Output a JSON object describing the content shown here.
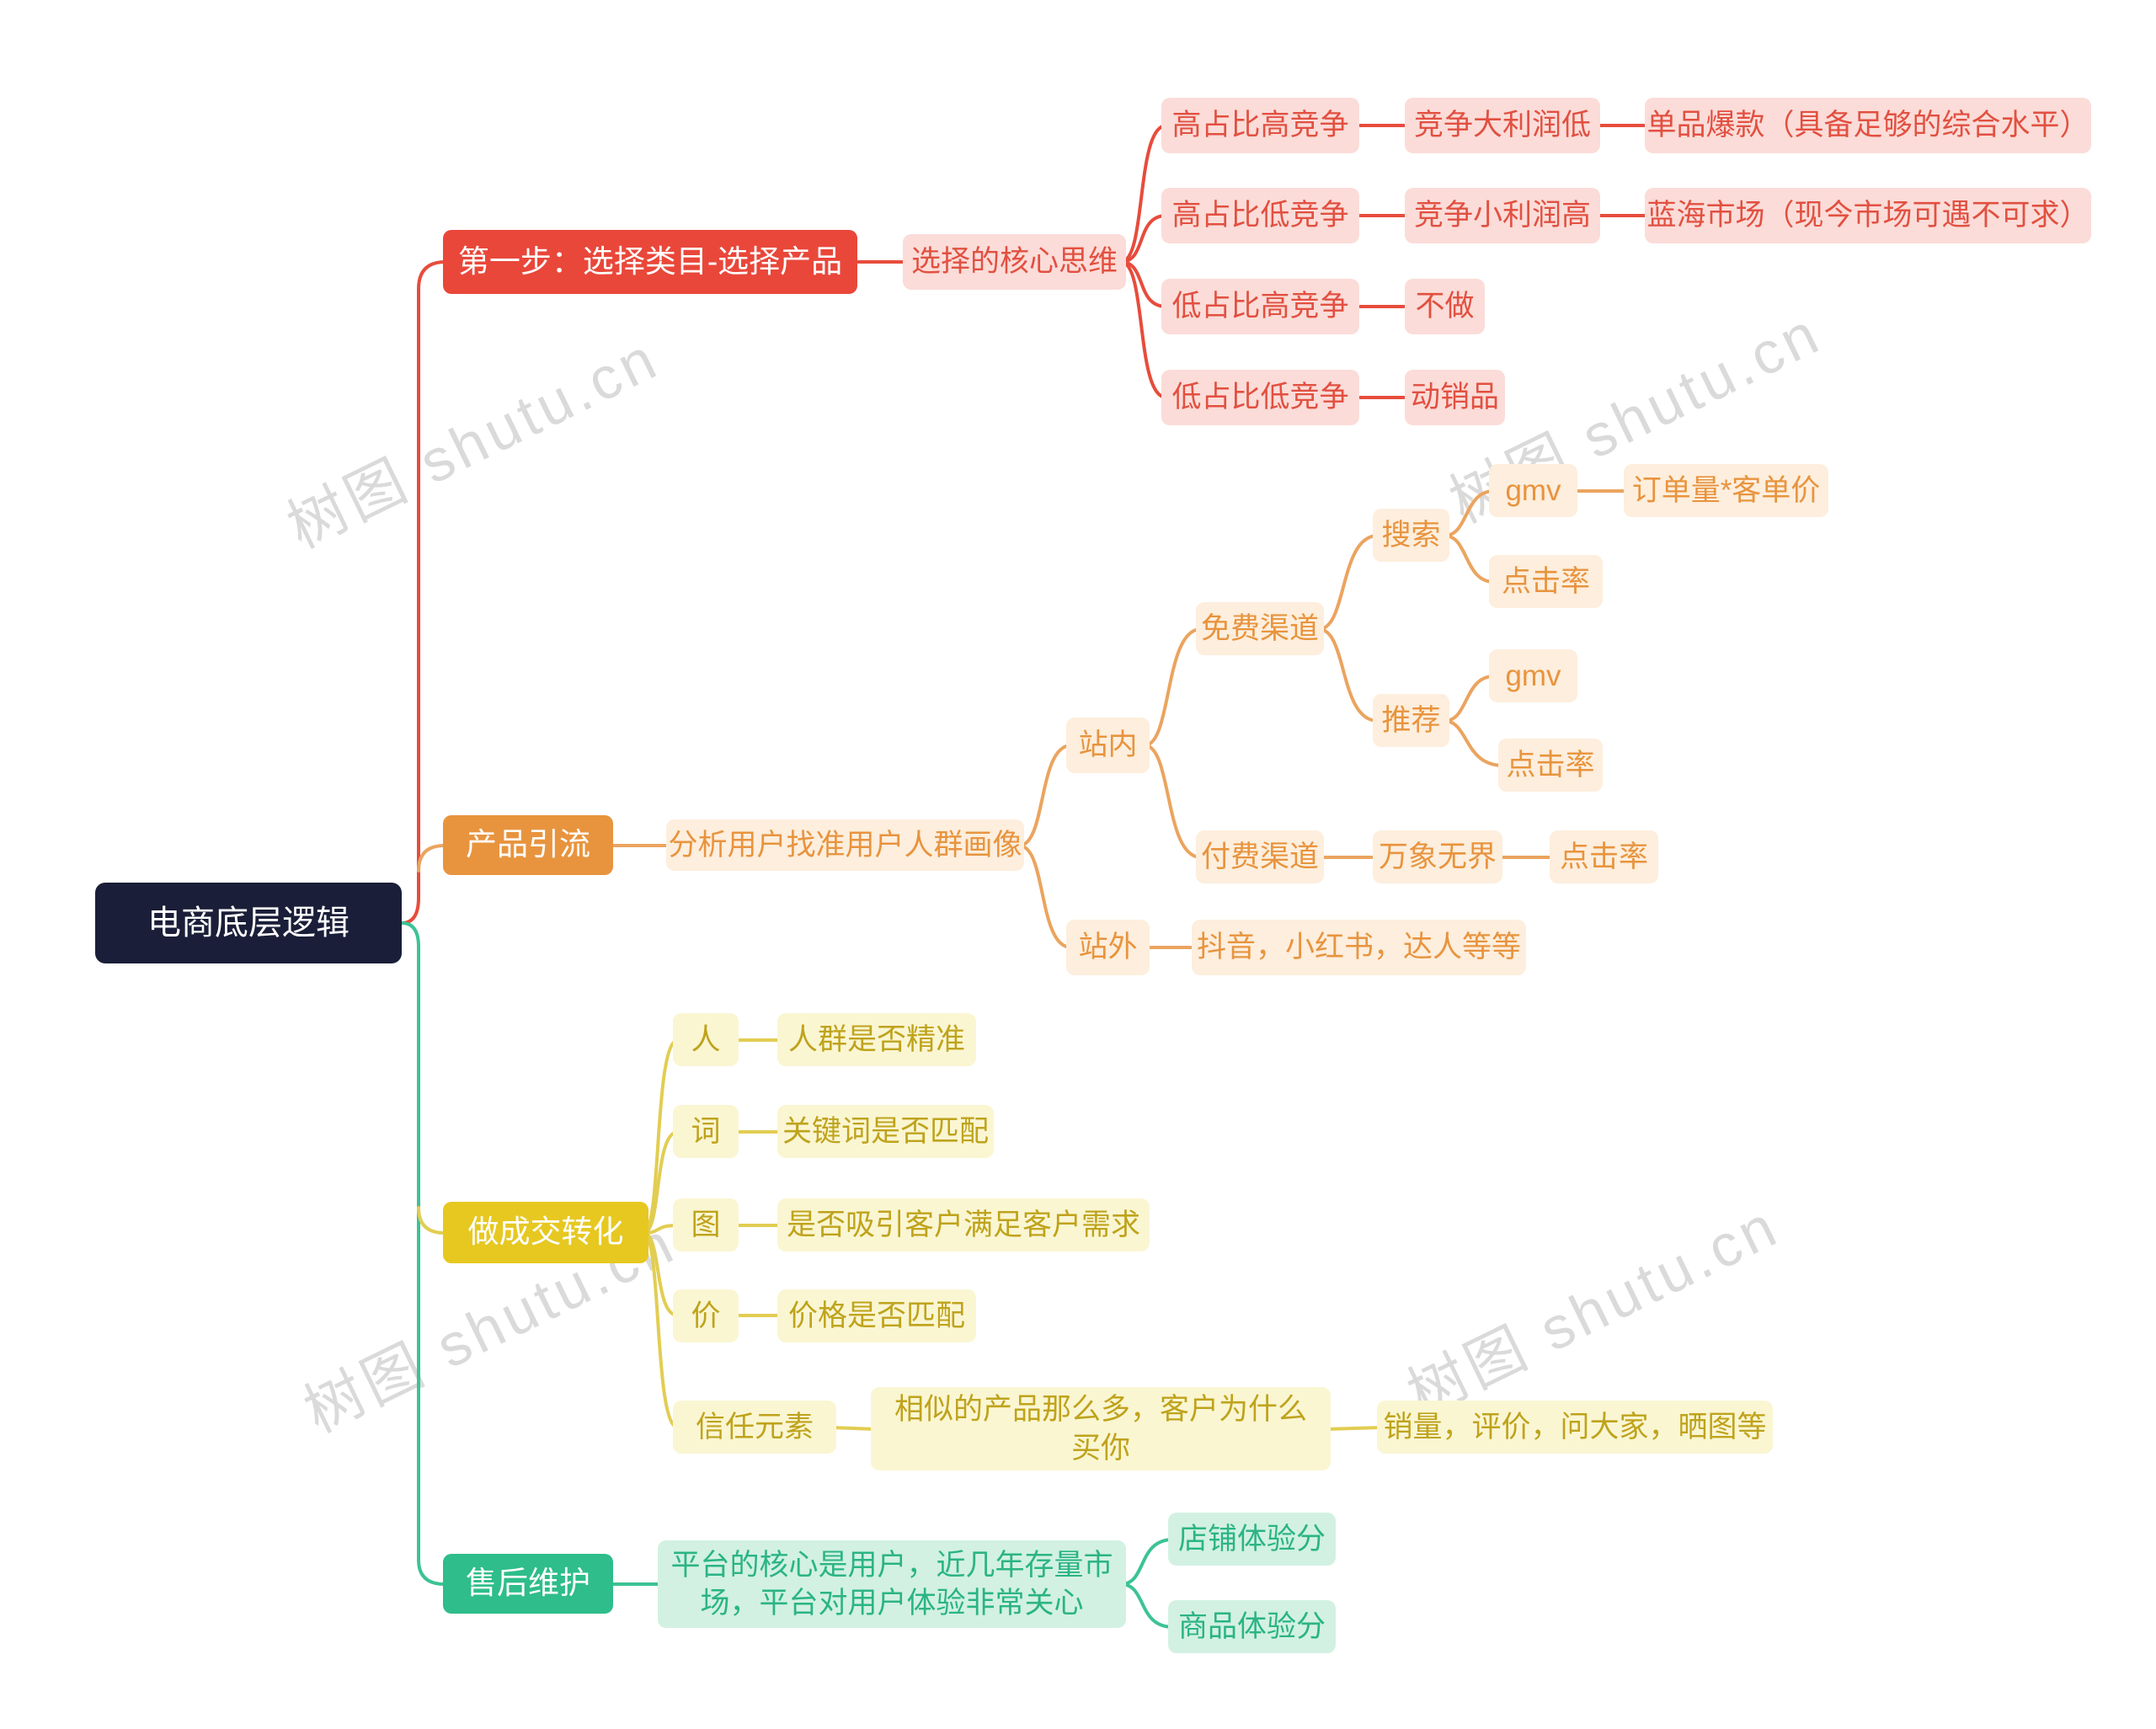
{
  "root": {
    "label": "电商底层逻辑"
  },
  "branch1": {
    "label": "第一步：选择类目-选择产品",
    "core": "选择的核心思维",
    "high_high": "高占比高竞争",
    "comp_big_profit_low": "竞争大利润低",
    "single_hot": "单品爆款（具备足够的综合水平）",
    "high_low": "高占比低竞争",
    "comp_small_profit_high": "竞争小利润高",
    "blue_ocean": "蓝海市场（现今市场可遇不可求）",
    "low_high": "低占比高竞争",
    "no_do": "不做",
    "low_low": "低占比低竞争",
    "moving_product": "动销品"
  },
  "branch2": {
    "label": "产品引流",
    "analysis": "分析用户找准用户人群画像",
    "onsite": "站内",
    "offsite": "站外",
    "free_channel": "免费渠道",
    "paid_channel": "付费渠道",
    "search": "搜索",
    "recommend": "推荐",
    "gmv1": "gmv",
    "order_formula": "订单量*客单价",
    "ctr1": "点击率",
    "gmv2": "gmv",
    "ctr2": "点击率",
    "wanxiang": "万象无界",
    "ctr3": "点击率",
    "offsite_detail": "抖音，小红书，达人等等"
  },
  "branch3": {
    "label": "做成交转化",
    "person": "人",
    "person_q": "人群是否精准",
    "word": "词",
    "word_q": "关键词是否匹配",
    "image": "图",
    "image_q": "是否吸引客户满足客户需求",
    "price": "价",
    "price_q": "价格是否匹配",
    "trust": "信任元素",
    "trust_q": "相似的产品那么多，客户为什么买你",
    "trust_a": "销量，评价，问大家，晒图等"
  },
  "branch4": {
    "label": "售后维护",
    "detail": "平台的核心是用户，近几年存量市场，平台对用户体验非常关心",
    "shop_score": "店铺体验分",
    "product_score": "商品体验分"
  },
  "watermark": {
    "text": "树图 shutu.cn"
  },
  "colors": {
    "root_bg": "#1a1e38",
    "red": "#e9473a",
    "red_light": "#fbdcd8",
    "orange": "#e8943e",
    "orange_light": "#fdeedd",
    "yellow": "#e7c821",
    "yellow_light": "#faf6d2",
    "green": "#2ebd8b",
    "green_light": "#d2f1e3",
    "line_red": "#e74c3c",
    "line_orange": "#eba45f",
    "line_yellow": "#e2cd52",
    "line_green": "#3cc394"
  }
}
